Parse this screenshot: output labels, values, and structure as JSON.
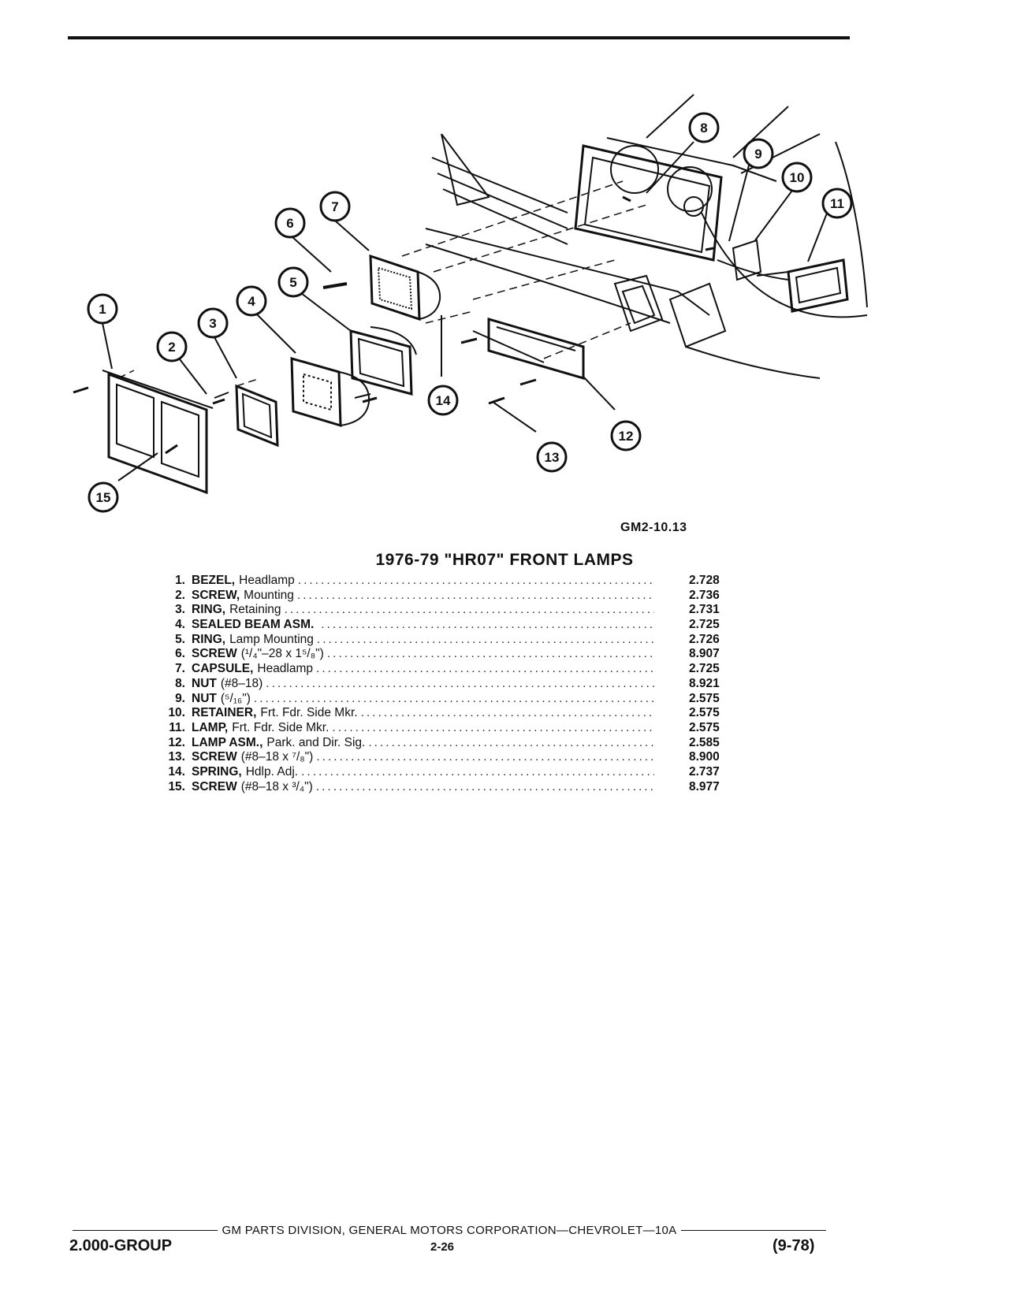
{
  "figure": {
    "code": "GM2-10.13",
    "callouts": [
      "1",
      "2",
      "3",
      "4",
      "5",
      "6",
      "7",
      "8",
      "9",
      "10",
      "11",
      "12",
      "13",
      "14",
      "15"
    ]
  },
  "title": "1976-79 \"HR07\" FRONT LAMPS",
  "parts": [
    {
      "num": "1.",
      "name": "BEZEL,",
      "qualifier": "Headlamp",
      "code": "2.728"
    },
    {
      "num": "2.",
      "name": "SCREW,",
      "qualifier": "Mounting",
      "code": "2.736"
    },
    {
      "num": "3.",
      "name": "RING,",
      "qualifier": "Retaining",
      "code": "2.731"
    },
    {
      "num": "4.",
      "name": "SEALED BEAM ASM.",
      "qualifier": "",
      "code": "2.725"
    },
    {
      "num": "5.",
      "name": "RING,",
      "qualifier": "Lamp Mounting",
      "code": "2.726"
    },
    {
      "num": "6.",
      "name": "SCREW",
      "qualifier": "(¹/₄\"–28 x 1⁵/₈\")",
      "code": "8.907"
    },
    {
      "num": "7.",
      "name": "CAPSULE,",
      "qualifier": "Headlamp",
      "code": "2.725"
    },
    {
      "num": "8.",
      "name": "NUT",
      "qualifier": "(#8–18)",
      "code": "8.921"
    },
    {
      "num": "9.",
      "name": "NUT",
      "qualifier": "(⁵/₁₆\")",
      "code": "2.575"
    },
    {
      "num": "10.",
      "name": "RETAINER,",
      "qualifier": "Frt. Fdr. Side Mkr.",
      "code": "2.575"
    },
    {
      "num": "11.",
      "name": "LAMP,",
      "qualifier": "Frt. Fdr. Side Mkr.",
      "code": "2.575"
    },
    {
      "num": "12.",
      "name": "LAMP ASM.,",
      "qualifier": "Park. and Dir. Sig.",
      "code": "2.585"
    },
    {
      "num": "13.",
      "name": "SCREW",
      "qualifier": "(#8–18 x ⁷/₈\")",
      "code": "8.900"
    },
    {
      "num": "14.",
      "name": "SPRING,",
      "qualifier": "Hdlp. Adj.",
      "code": "2.737"
    },
    {
      "num": "15.",
      "name": "SCREW",
      "qualifier": "(#8–18 x ³/₄\")",
      "code": "8.977"
    }
  ],
  "footer": {
    "line": "GM PARTS DIVISION, GENERAL MOTORS CORPORATION—CHEVROLET—10A",
    "group": "2.000-GROUP",
    "page": "2-26",
    "date": "(9-78)"
  }
}
